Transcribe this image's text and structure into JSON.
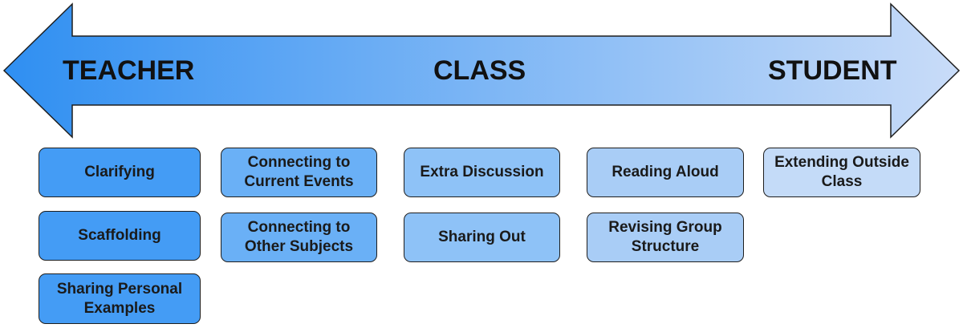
{
  "arrow": {
    "left_label": "TEACHER",
    "center_label": "CLASS",
    "right_label": "STUDENT",
    "gradient_start": "#2f8ff2",
    "gradient_end": "#c9dcf8"
  },
  "colors": {
    "teacher_column": "#449cf5",
    "column_2": "#6ab0f6",
    "class_column": "#8ec2f7",
    "column_4": "#a9cdf6",
    "student_column": "#c4dbf8",
    "border": "#1e1e1e"
  },
  "columns": [
    {
      "items": [
        "Clarifying",
        "Scaffolding",
        "Sharing Personal Examples"
      ]
    },
    {
      "items": [
        "Connecting to Current Events",
        "Connecting to Other Subjects"
      ]
    },
    {
      "items": [
        "Extra Discussion",
        "Sharing Out"
      ]
    },
    {
      "items": [
        "Reading Aloud",
        "Revising Group Structure"
      ]
    },
    {
      "items": [
        "Extending Outside Class"
      ]
    }
  ]
}
